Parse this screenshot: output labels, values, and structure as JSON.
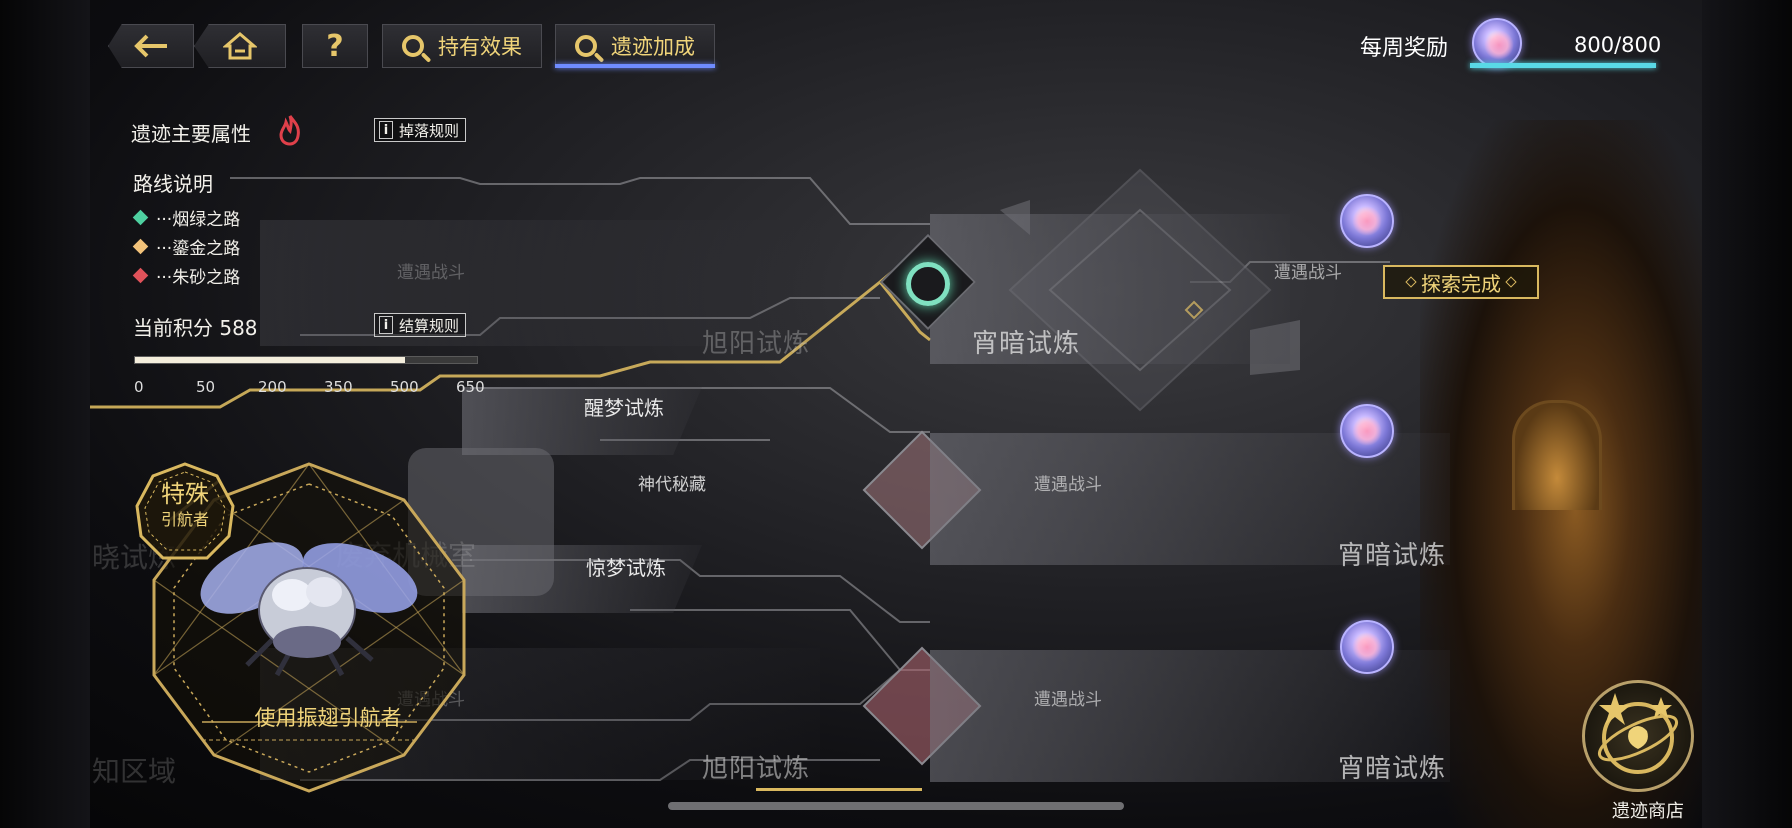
{
  "toolbar": {
    "back_label": "",
    "home_label": "",
    "help_label": "?",
    "effects_label": "持有效果",
    "ruins_bonus_label": "遗迹加成"
  },
  "weekly": {
    "label": "每周奖励",
    "value": "800/800",
    "progress": 1.0
  },
  "panel": {
    "main_attr_label": "遗迹主要属性",
    "drop_rules_label": "掉落规则",
    "route_title": "路线说明",
    "routes": [
      {
        "label": "···烟绿之路",
        "color": "#4ed0a0"
      },
      {
        "label": "···鎏金之路",
        "color": "#f2c27a"
      },
      {
        "label": "···朱砂之路",
        "color": "#e0525a"
      }
    ],
    "score_label": "当前积分 588",
    "settle_rules_label": "结算规则",
    "score_progress": 0.79,
    "ticks": [
      "0",
      "50",
      "200",
      "350",
      "500",
      "650"
    ]
  },
  "map": {
    "node_xuyang_top": {
      "title": "旭阳试炼",
      "sub": "遭遇战斗"
    },
    "node_xiaoan_top": {
      "title": "宵暗试炼",
      "sub": "遭遇战斗"
    },
    "explore_done": "探索完成",
    "node_xingmeng": "醒梦试炼",
    "node_shendai": "神代秘藏",
    "node_jingmeng": "惊梦试炼",
    "node_middle": {
      "sub": "遭遇战斗",
      "title": "宵暗试炼"
    },
    "node_bottom": {
      "sub": "遭遇战斗",
      "title": "宵暗试炼"
    },
    "node_bottom_left": {
      "sub": "遭遇战斗",
      "title": "旭阳试炼"
    },
    "ghost_left_1": "晓试炼",
    "ghost_left_2": "知区域",
    "ghost_abandoned": "废弃机械室"
  },
  "guide": {
    "special_line1": "特殊",
    "special_line2": "引航者",
    "use_label": "使用振翅引航者"
  },
  "shop": {
    "label": "遗迹商店"
  },
  "colors": {
    "gold": "#e6c66a",
    "accent_blue": "#6f8cff",
    "weekly_bar": "#59d9e6"
  }
}
